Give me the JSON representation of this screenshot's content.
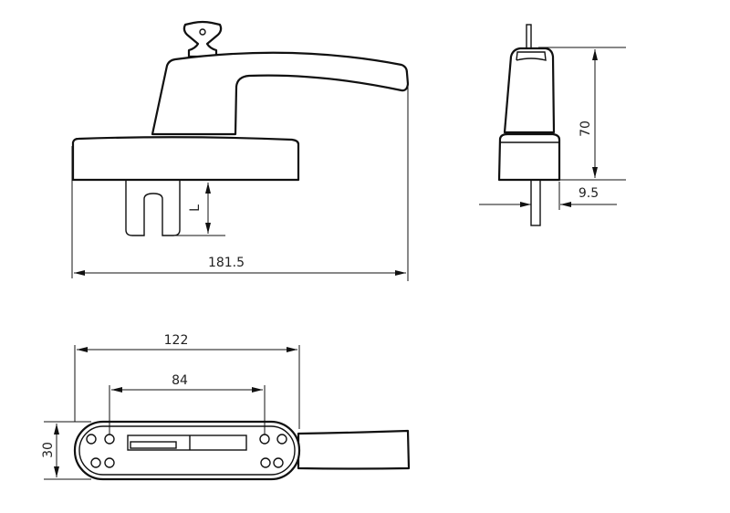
{
  "drawing": {
    "front_view": {
      "width_dim": "181.5",
      "spindle_dim": "L"
    },
    "side_view": {
      "height_dim": "70",
      "offset_dim": "9.5"
    },
    "bottom_view": {
      "base_length_dim": "122",
      "hole_spacing_dim": "84",
      "base_width_dim": "30"
    }
  }
}
